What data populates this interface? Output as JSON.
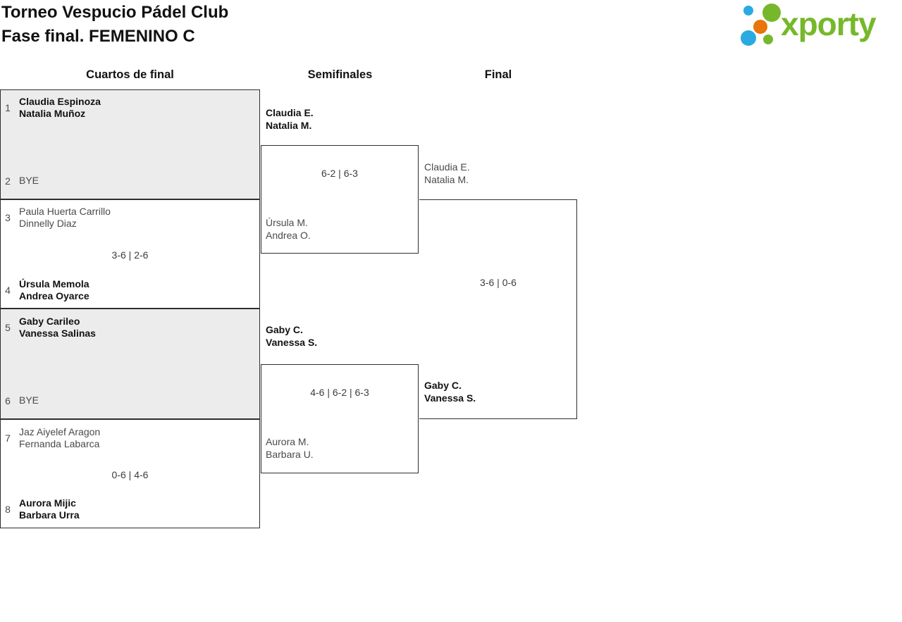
{
  "header": {
    "title_line1": "Torneo Vespucio Pádel Club",
    "title_line2": "Fase final. FEMENINO C"
  },
  "logo": {
    "text": "xporty",
    "brand_green": "#76b82a",
    "brand_blue": "#29abe2",
    "brand_orange": "#e8740c"
  },
  "rounds": {
    "quarterfinals": "Cuartos de final",
    "semifinals": "Semifinales",
    "final": "Final"
  },
  "bracket": {
    "quarterfinals": [
      {
        "seed_top": "1",
        "top": [
          "Claudia Espinoza",
          "Natalia Muñoz"
        ],
        "seed_bottom": "2",
        "bottom": [
          "BYE"
        ],
        "score": "",
        "winner": "top"
      },
      {
        "seed_top": "3",
        "top": [
          "Paula Huerta Carrillo",
          "Dinnelly Diaz"
        ],
        "seed_bottom": "4",
        "bottom": [
          "Úrsula Memola",
          "Andrea Oyarce"
        ],
        "score": "3-6 | 2-6",
        "winner": "bottom"
      },
      {
        "seed_top": "5",
        "top": [
          "Gaby Carileo",
          "Vanessa Salinas"
        ],
        "seed_bottom": "6",
        "bottom": [
          "BYE"
        ],
        "score": "",
        "winner": "top"
      },
      {
        "seed_top": "7",
        "top": [
          "Jaz Aiyelef Aragon",
          "Fernanda Labarca"
        ],
        "seed_bottom": "8",
        "bottom": [
          "Aurora Mijic",
          "Barbara Urra"
        ],
        "score": "0-6 | 4-6",
        "winner": "bottom"
      }
    ],
    "semifinals": [
      {
        "top": [
          "Claudia E.",
          "Natalia M."
        ],
        "bottom": [
          "Úrsula M.",
          "Andrea O."
        ],
        "score": "6-2 | 6-3",
        "winner": "top"
      },
      {
        "top": [
          "Gaby C.",
          "Vanessa S."
        ],
        "bottom": [
          "Aurora M.",
          "Barbara U."
        ],
        "score": "4-6 | 6-2 | 6-3",
        "winner": "top"
      }
    ],
    "final": {
      "top": [
        "Claudia E.",
        "Natalia M."
      ],
      "bottom": [
        "Gaby C.",
        "Vanessa S."
      ],
      "score": "3-6 | 0-6",
      "winner": "bottom"
    }
  }
}
